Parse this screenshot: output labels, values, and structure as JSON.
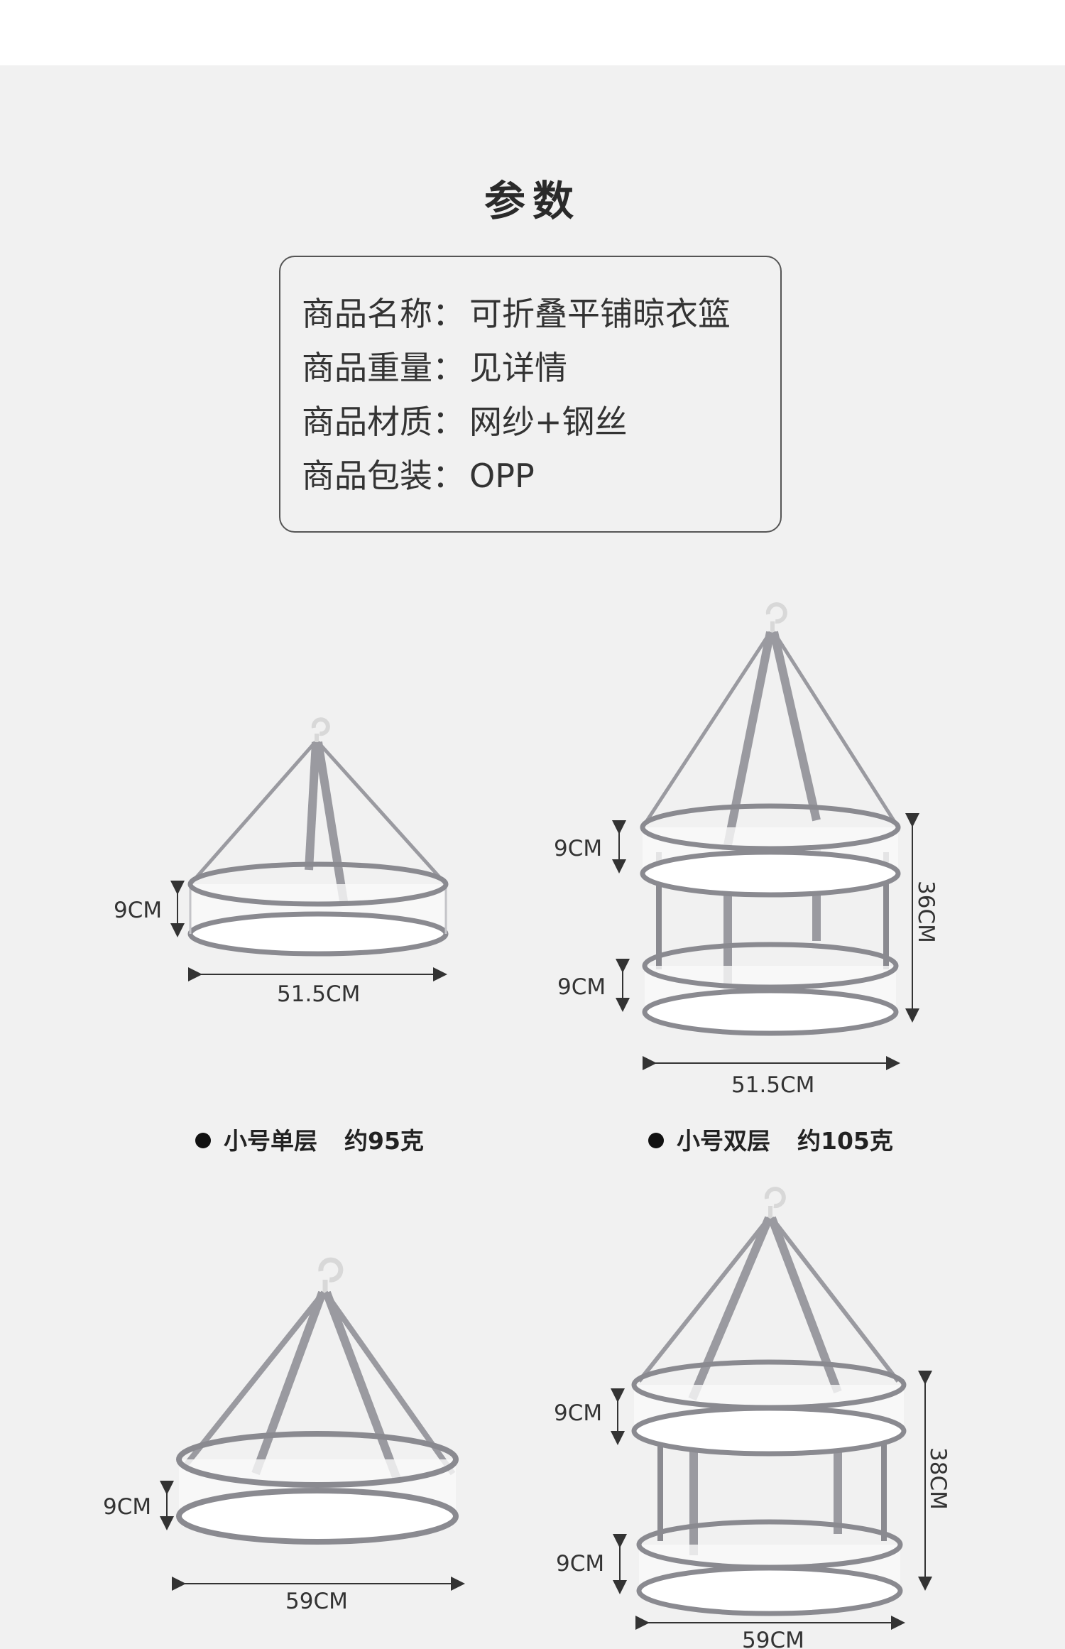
{
  "page": {
    "title": "参数"
  },
  "specs": [
    {
      "label": "商品名称：",
      "value": "可折叠平铺晾衣篮"
    },
    {
      "label": "商品重量：",
      "value": "见详情"
    },
    {
      "label": "商品材质：",
      "value": "网纱+钢丝"
    },
    {
      "label": "商品包装：",
      "value": "OPP"
    }
  ],
  "products": [
    {
      "name": "小号单层",
      "weight": "约95克",
      "height_label": "9CM",
      "width_label": "51.5CM"
    },
    {
      "name": "小号双层",
      "weight": "约105克",
      "tier_height_top": "9CM",
      "tier_height_bottom": "9CM",
      "total_height": "36CM",
      "width_label": "51.5CM"
    },
    {
      "height_label": "9CM",
      "width_label": "59CM"
    },
    {
      "tier_height_top": "9CM",
      "tier_height_bottom": "9CM",
      "total_height": "38CM",
      "width_label": "59CM"
    }
  ],
  "colors": {
    "background": "#f1f1f1",
    "frame": "#8a8a90",
    "mesh": "#ffffff",
    "text": "#333333"
  }
}
